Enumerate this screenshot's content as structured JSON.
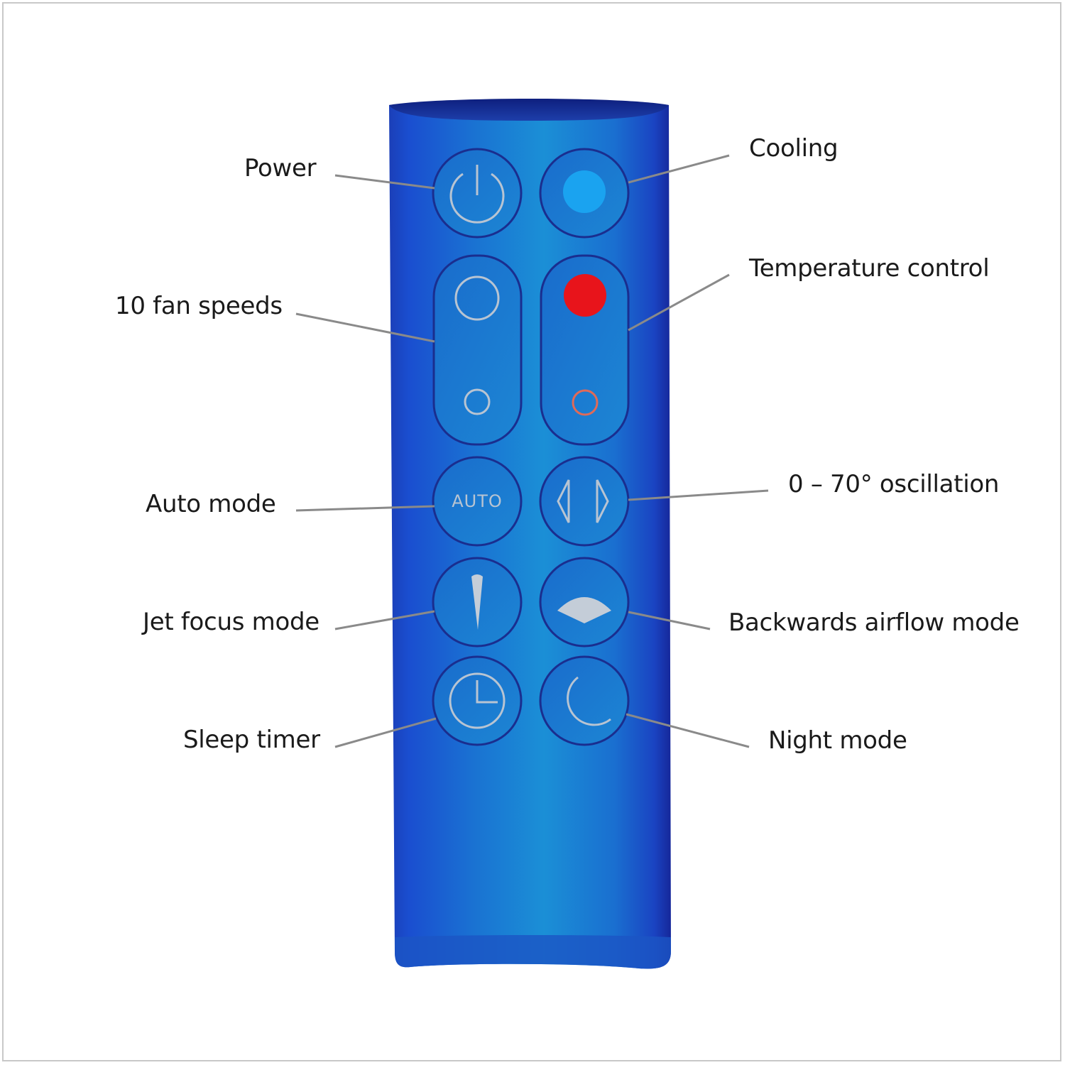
{
  "labels": {
    "power": "Power",
    "cooling": "Cooling",
    "fan_speeds": "10 fan speeds",
    "temperature": "Temperature control",
    "auto_mode": "Auto mode",
    "oscillation": "0 – 70° oscillation",
    "jet_focus": "Jet focus mode",
    "backwards_airflow": "Backwards airflow mode",
    "sleep_timer": "Sleep timer",
    "night_mode": "Night mode"
  },
  "remote": {
    "auto_button_text": "AUTO"
  },
  "icons": {
    "power": "power-icon",
    "cooling": "cooling-dot-icon",
    "fan_up": "fan-speed-up-icon",
    "fan_down": "fan-speed-down-icon",
    "temp_up": "temperature-up-icon",
    "temp_down": "temperature-down-icon",
    "oscillation": "oscillation-icon",
    "jet_focus": "jet-focus-icon",
    "backwards": "backwards-airflow-icon",
    "timer": "clock-icon",
    "night": "moon-icon"
  },
  "colors": {
    "remote_body": "#1a7fd4",
    "remote_edge": "#1a2a9a",
    "cooling_dot": "#1aa3f0",
    "heat_dot": "#e8141b",
    "heat_ring": "#e06a58",
    "icon_grey": "#b8c4d2",
    "leader_line": "#8a8a8a"
  }
}
